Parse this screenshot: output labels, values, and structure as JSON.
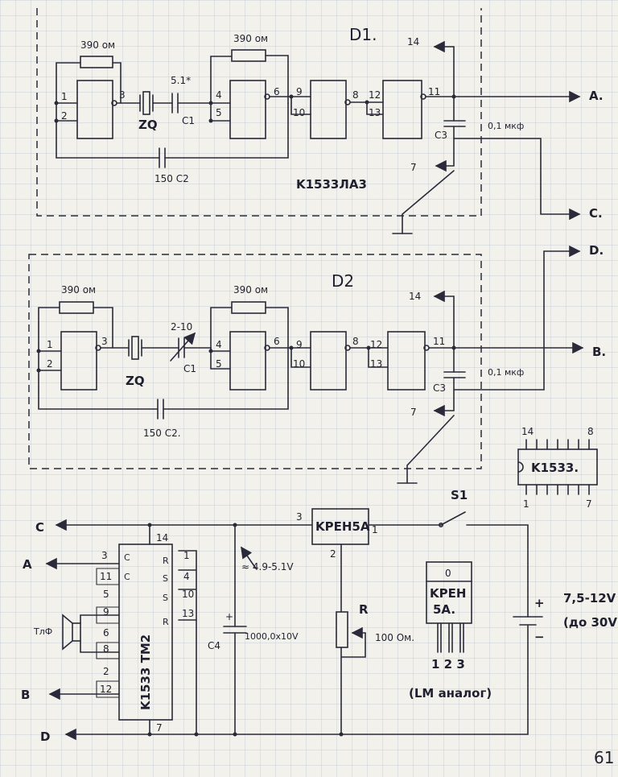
{
  "block_d1": {
    "title": "D1.",
    "chip_label": "K1533ЛА3",
    "r1": "390 ом",
    "r2": "390 ом",
    "c1": "5.1*",
    "c1_ref": "C1",
    "crystal": "ZQ",
    "c2": "150 C2",
    "c3": "C3",
    "c3_value": "0,1 мкф",
    "pin_14": "14",
    "pin_7": "7"
  },
  "block_d2": {
    "title": "D2",
    "r1": "390 ом",
    "r2": "390 ом",
    "c1": "2-10",
    "c1_ref": "C1",
    "crystal": "ZQ",
    "c2": "150 C2.",
    "c3": "C3",
    "c3_value": "0,1 мкф",
    "pin_14": "14",
    "pin_7": "7"
  },
  "pins": {
    "p1": "1",
    "p2": "2",
    "p3": "3",
    "p4": "4",
    "p5": "5",
    "p6": "6",
    "p7": "7",
    "p8": "8",
    "p9": "9",
    "p10": "10",
    "p11": "11",
    "p12": "12",
    "p13": "13",
    "p14": "14"
  },
  "outputs": {
    "a": "A.",
    "b": "B.",
    "c": "C.",
    "d": "D."
  },
  "inputs": {
    "c": "C",
    "a": "A",
    "b": "B",
    "d": "D"
  },
  "chip_pinout": {
    "label": "K1533.",
    "pin_14": "14",
    "pin_8": "8",
    "pin_1": "1",
    "pin_7": "7"
  },
  "counter": {
    "label": "K1533 TM2",
    "pin_14": "14",
    "pin_7": "7",
    "left_pins": [
      "3",
      "11",
      "5",
      "9",
      "6",
      "8",
      "2",
      "12"
    ],
    "left_marks": [
      "C",
      "C"
    ],
    "right_pins": [
      "1",
      "4",
      "10",
      "13"
    ],
    "right_marks": [
      "R",
      "S",
      "S",
      "R"
    ],
    "speaker": "ТлФ"
  },
  "regulator": {
    "label": "KPEH5A",
    "pin_in": "1",
    "pin_gnd": "2",
    "pin_out": "3",
    "voltage": "≈ 4.9-5.1V",
    "package_top": "0",
    "package_label_1": "KPEH",
    "package_label_2": "5A.",
    "package_pins": "1 2 3",
    "analog": "(LM аналог)"
  },
  "trimmer": {
    "label": "R",
    "value": "100 Ом."
  },
  "capacitor_c4": {
    "ref": "C4",
    "value": "1000,0x10V",
    "plus": "+"
  },
  "switch": {
    "label": "S1"
  },
  "battery": {
    "plus": "+",
    "minus": "−",
    "voltage": "7,5-12V",
    "alt": "(до 30V)"
  },
  "page_number": "61"
}
